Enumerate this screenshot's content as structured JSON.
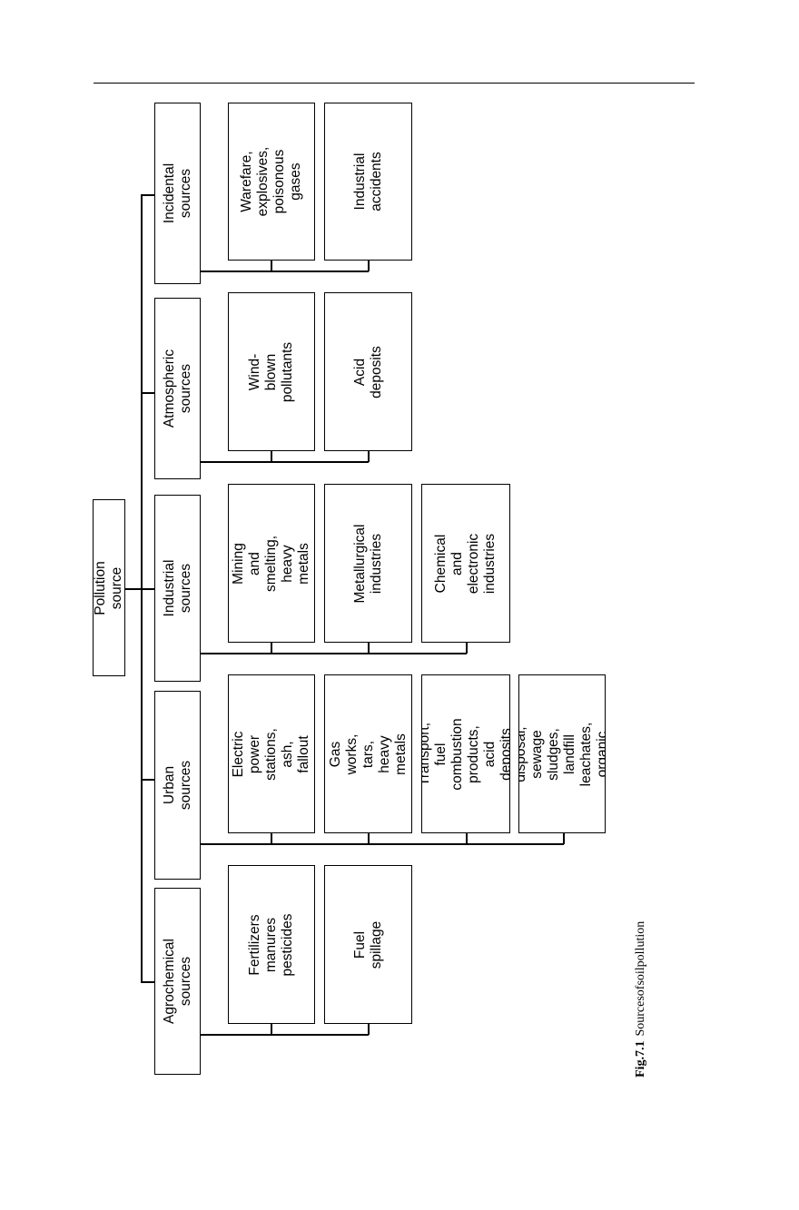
{
  "root": "Pollution source",
  "categories": [
    {
      "label": "Incidental sources",
      "items": [
        "Warefare,\nexplosives,\npoisonous gases",
        "Industrial\naccidents"
      ]
    },
    {
      "label": "Atmospheric sources",
      "items": [
        "Wind-blown\npollutants",
        "Acid deposits"
      ]
    },
    {
      "label": "Industrial sources",
      "items": [
        "Mining and smelting,\nheavy metals",
        "Metallurgical\nindustries",
        "Chemical and\nelectronic\nindustries"
      ]
    },
    {
      "label": "Urban sources",
      "items": [
        "Electric power\nstations,\nash, fallout",
        "Gas works,\ntars, heavy metals",
        "Transport,\nfuel combustion\nproducts,\nacid deposits",
        "Waste disposal,\nsewage sludges,\nlandfill leachates,\norganic pollutants"
      ]
    },
    {
      "label": "Agrochemical sources",
      "items": [
        "Fertilizers\nmanures\npesticides",
        "Fuel spillage"
      ]
    }
  ],
  "caption": {
    "number": "Fig.7.1",
    "text": "Sourcesofsoilpollution"
  }
}
